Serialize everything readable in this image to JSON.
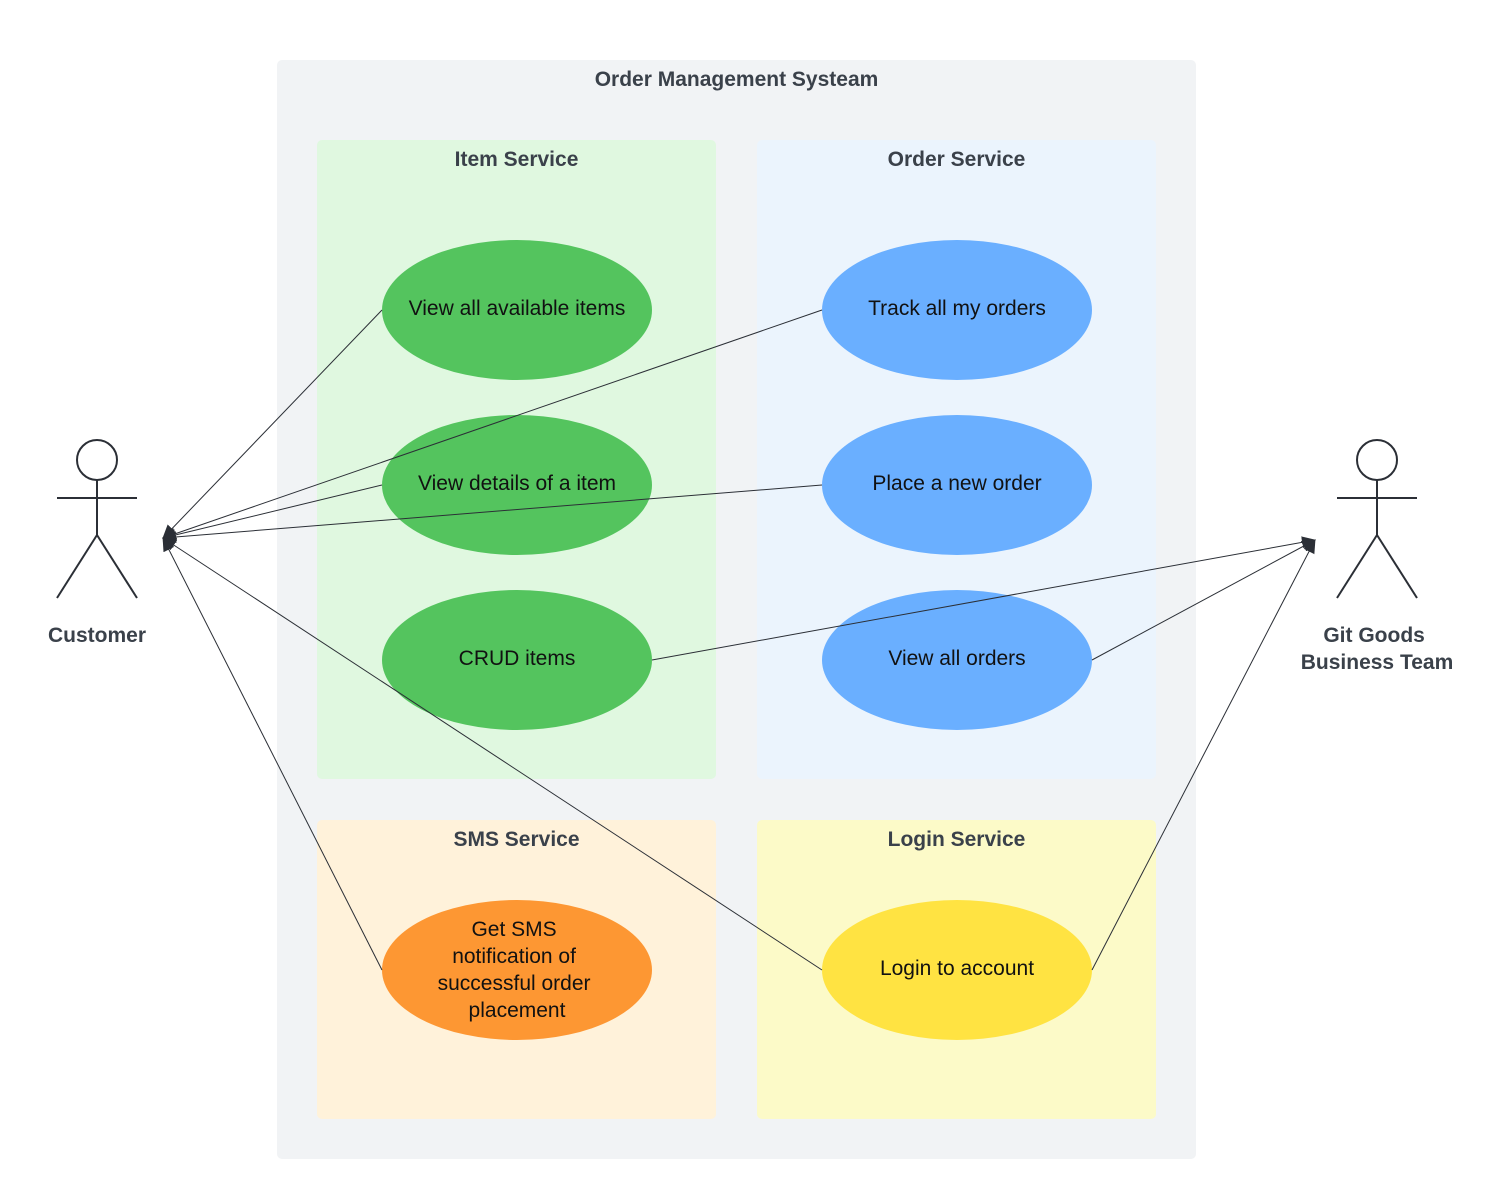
{
  "system": {
    "title": "Order Management Systeam",
    "fill": "#f1f3f5"
  },
  "services": {
    "item": {
      "title": "Item Service",
      "fill": "#e0f8e0"
    },
    "order": {
      "title": "Order Service",
      "fill": "#ebf4fd"
    },
    "sms": {
      "title": "SMS Service",
      "fill": "#fff2da"
    },
    "login": {
      "title": "Login Service",
      "fill": "#fcfac8"
    }
  },
  "use_cases": {
    "view_all_items": {
      "label": "View all available items",
      "color": "#54c45e"
    },
    "view_item_details": {
      "label": "View details of a item",
      "color": "#54c45e"
    },
    "crud_items": {
      "label": "CRUD items",
      "color": "#54c45e"
    },
    "track_orders": {
      "label": "Track all my orders",
      "color": "#6aafff"
    },
    "place_order": {
      "label": "Place a new order",
      "color": "#6aafff"
    },
    "view_all_orders": {
      "label": "View all orders",
      "color": "#6aafff"
    },
    "sms_notification": {
      "label_lines": [
        "Get SMS",
        "notification of",
        "successful order",
        "placement"
      ],
      "color": "#fd9733"
    },
    "login": {
      "label": "Login to account",
      "color": "#ffe342"
    }
  },
  "actors": {
    "customer": {
      "label_lines": [
        "Customer"
      ],
      "icon": "stick-figure-icon"
    },
    "business_team": {
      "label_lines": [
        "Git Goods",
        "Business Team"
      ],
      "icon": "stick-figure-icon"
    }
  },
  "associations": [
    {
      "from": "customer",
      "to": "view_all_items"
    },
    {
      "from": "customer",
      "to": "view_item_details"
    },
    {
      "from": "customer",
      "to": "track_orders"
    },
    {
      "from": "customer",
      "to": "place_order"
    },
    {
      "from": "customer",
      "to": "login"
    },
    {
      "from": "customer",
      "to": "sms_notification"
    },
    {
      "from": "business_team",
      "to": "crud_items"
    },
    {
      "from": "business_team",
      "to": "view_all_orders"
    },
    {
      "from": "business_team",
      "to": "login"
    }
  ],
  "colors": {
    "line": "#2b2f36",
    "title_text": "#3a414a"
  }
}
